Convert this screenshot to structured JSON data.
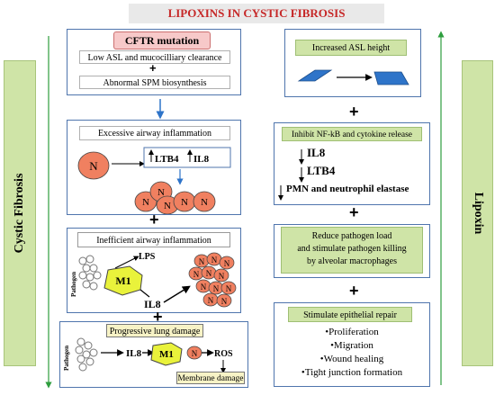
{
  "title": "LIPOXINS IN CYSTIC FIBROSIS",
  "left_label": "Cystic Fibrosis",
  "right_label": "Lipoxin",
  "cftr": {
    "title": "CFTR mutation",
    "line1": "Low ASL and mucocilliary clearance",
    "plus": "+",
    "line2": "Abnormal SPM biosynthesis"
  },
  "excessive": {
    "title": "Excessive airway inflammation",
    "n": "N",
    "ltb4": "LTB4",
    "il8": "IL8"
  },
  "inefficient": {
    "title": "Inefficient airway inflammation",
    "pathogen": "Pathogen",
    "lps": "LPS",
    "m1": "M1",
    "il8": "IL8",
    "n": "N"
  },
  "progressive": {
    "title": "Progressive lung damage",
    "pathogen": "Pathogen",
    "il8": "IL8",
    "m1": "M1",
    "n": "N",
    "ros": "ROS",
    "membrane": "Membrane damage"
  },
  "asl": {
    "title": "Increased ASL height"
  },
  "inhibit": {
    "title": "Inhibit NF-kB and cytokine release",
    "il8": "IL8",
    "ltb4": "LTB4",
    "pmn": "PMN and neutrophil elastase"
  },
  "reduce": {
    "line1": "Reduce pathogen load",
    "line2": "and stimulate pathogen killing",
    "line3": "by alveolar macrophages"
  },
  "repair": {
    "title": "Stimulate epithelial repair",
    "items": [
      "Proliferation",
      "Migration",
      "Wound healing",
      "Tight junction formation"
    ]
  },
  "plus": "+",
  "colors": {
    "title_red": "#c62828",
    "panel_border": "#4f75ad",
    "sidebar_green": "#cfe4a7",
    "neutrophil": "#f08060",
    "macrophage": "#e9f23b",
    "arrow_green": "#2e9e3e",
    "arrow_blue": "#2e74c9"
  }
}
